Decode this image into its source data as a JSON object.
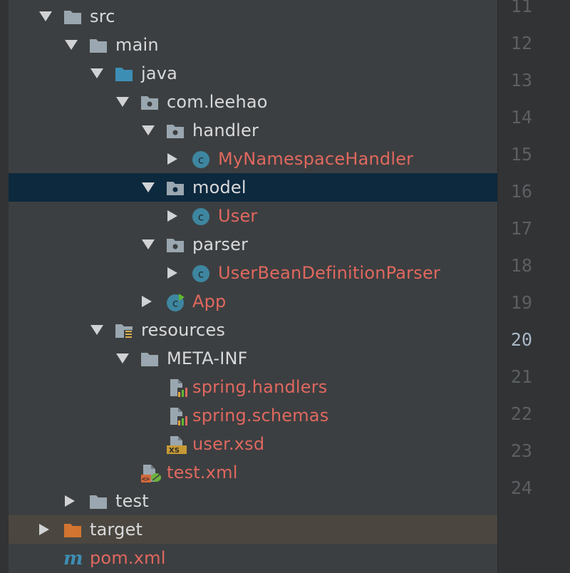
{
  "colors": {
    "background": "#3c3f41",
    "selection": "#0d293e",
    "excluded": "#4b4740",
    "text": "#d8d9da",
    "text_modified": "#e0685f",
    "folder": "#9aa7b0",
    "source_folder": "#3d8eb5",
    "class_icon": "#3e86a0",
    "line_number": "#5c6063"
  },
  "tree": {
    "items": [
      {
        "label": "src",
        "icon": "folder-icon",
        "arrow": "down"
      },
      {
        "label": "main",
        "icon": "folder-icon",
        "arrow": "down"
      },
      {
        "label": "java",
        "icon": "source-folder-icon",
        "arrow": "down"
      },
      {
        "label": "com.leehao",
        "icon": "package-icon",
        "arrow": "down"
      },
      {
        "label": "handler",
        "icon": "package-icon",
        "arrow": "down"
      },
      {
        "label": "MyNamespaceHandler",
        "icon": "class-icon",
        "arrow": "right"
      },
      {
        "label": "model",
        "icon": "package-icon",
        "arrow": "down"
      },
      {
        "label": "User",
        "icon": "class-icon",
        "arrow": "right"
      },
      {
        "label": "parser",
        "icon": "package-icon",
        "arrow": "down"
      },
      {
        "label": "UserBeanDefinitionParser",
        "icon": "class-icon",
        "arrow": "right"
      },
      {
        "label": "App",
        "icon": "runnable-class-icon",
        "arrow": "right"
      },
      {
        "label": "resources",
        "icon": "resources-folder-icon",
        "arrow": "down"
      },
      {
        "label": "META-INF",
        "icon": "folder-icon",
        "arrow": "down"
      },
      {
        "label": "spring.handlers",
        "icon": "properties-file-icon",
        "arrow": "none"
      },
      {
        "label": "spring.schemas",
        "icon": "properties-file-icon",
        "arrow": "none"
      },
      {
        "label": "user.xsd",
        "icon": "xsd-file-icon",
        "arrow": "none"
      },
      {
        "label": "test.xml",
        "icon": "spring-xml-file-icon",
        "arrow": "none"
      },
      {
        "label": "test",
        "icon": "folder-icon",
        "arrow": "right"
      },
      {
        "label": "target",
        "icon": "excluded-folder-icon",
        "arrow": "right"
      },
      {
        "label": "pom.xml",
        "icon": "maven-icon",
        "arrow": "none"
      }
    ]
  },
  "gutter": {
    "line_numbers": [
      "11",
      "12",
      "13",
      "14",
      "15",
      "16",
      "17",
      "18",
      "19",
      "20",
      "21",
      "22",
      "23",
      "24"
    ],
    "current_line": "20"
  }
}
